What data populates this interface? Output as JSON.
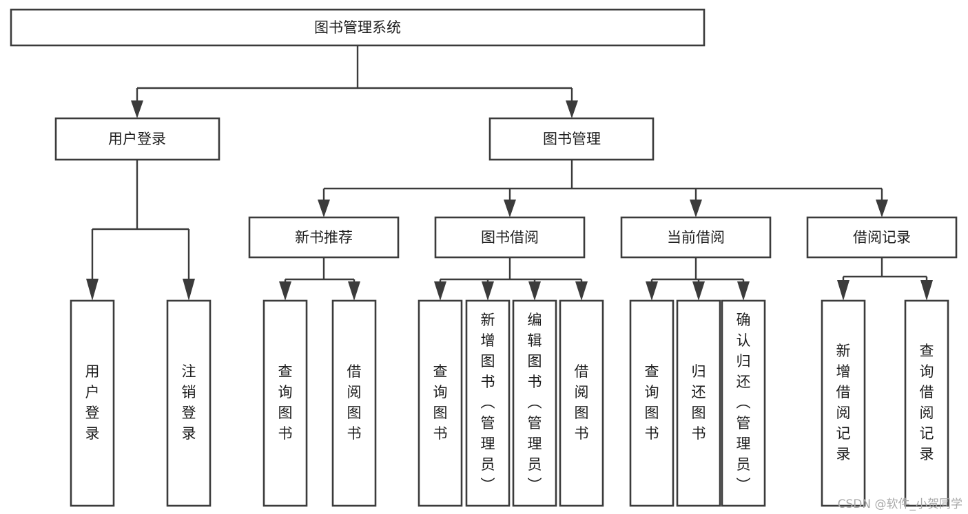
{
  "diagram": {
    "title": "图书管理系统",
    "type": "tree-hierarchy",
    "orientation": "top-down",
    "colors": {
      "box_stroke": "#3b3b3b",
      "box_fill": "#ffffff",
      "connector": "#3b3b3b",
      "text": "#1d1d1d",
      "background": "#ffffff",
      "watermark": "#a9a9a9"
    }
  },
  "root": {
    "label": "图书管理系统"
  },
  "level2": [
    {
      "label": "用户登录"
    },
    {
      "label": "图书管理"
    }
  ],
  "level3": [
    {
      "label": "新书推荐"
    },
    {
      "label": "图书借阅"
    },
    {
      "label": "当前借阅"
    },
    {
      "label": "借阅记录"
    }
  ],
  "leaves": {
    "user_login": [
      {
        "label": "用户登录"
      },
      {
        "label": "注销登录"
      }
    ],
    "new_book_recommend": [
      {
        "label": "查询图书"
      },
      {
        "label": "借阅图书"
      }
    ],
    "book_borrow": [
      {
        "label": "查询图书"
      },
      {
        "label": "新增图书（管理员）"
      },
      {
        "label": "编辑图书（管理员）"
      },
      {
        "label": "借阅图书"
      }
    ],
    "current_borrow": [
      {
        "label": "查询图书"
      },
      {
        "label": "归还图书"
      },
      {
        "label": "确认归还（管理员）"
      }
    ],
    "borrow_record": [
      {
        "label": "新增借阅记录"
      },
      {
        "label": "查询借阅记录"
      }
    ]
  },
  "watermark": {
    "text": "CSDN @软件_小贺同学"
  }
}
